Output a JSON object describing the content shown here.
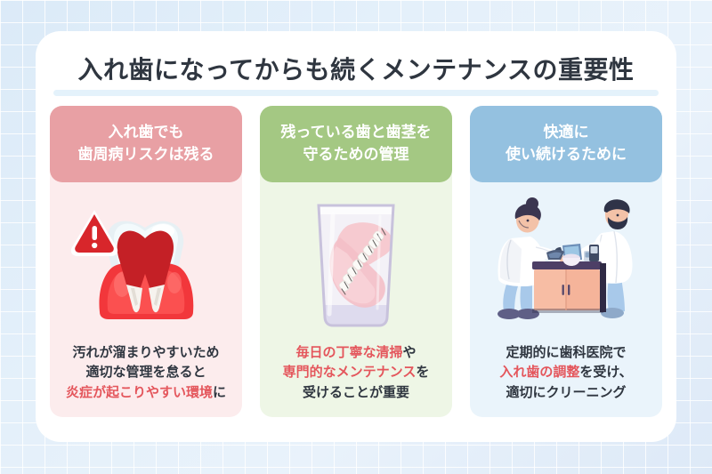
{
  "page": {
    "title": "入れ歯になってからも続くメンテナンスの重要性",
    "background_color": "#e3eef9",
    "panel_color": "#ffffff",
    "title_color": "#2f3640",
    "underline_color": "#e4f2fb"
  },
  "columns": [
    {
      "id": "column-risk",
      "accent": "#e8a0a4",
      "body_bg": "#fceced",
      "header": {
        "line1": "入れ歯でも",
        "line2": "歯周病リスクは残る"
      },
      "illustration": "inflamed-tooth-warning-illustration",
      "body": {
        "line1": "汚れが溜まりやすいため",
        "line2": "適切な管理を怠ると",
        "line3_highlight": "炎症が起こりやすい環境",
        "line3_tail": "に"
      }
    },
    {
      "id": "column-care",
      "accent": "#a4c883",
      "body_bg": "#eef6e6",
      "header": {
        "line1": "残っている歯と歯茎を",
        "line2": "守るための管理"
      },
      "illustration": "denture-in-glass-illustration",
      "body": {
        "line1_highlight": "毎日の丁寧な清掃",
        "line1_tail": "や",
        "line2_highlight": "専門的なメンテナンス",
        "line2_tail": "を",
        "line3": "受けることが重要"
      }
    },
    {
      "id": "column-comfort",
      "accent": "#94c1e0",
      "body_bg": "#eaf4fb",
      "header": {
        "line1": "快適に",
        "line2": "使い続けるために"
      },
      "illustration": "dental-technicians-illustration",
      "body": {
        "line1": "定期的に歯科医院で",
        "line2_highlight": "入れ歯の調整",
        "line2_tail": "を受け、",
        "line3": "適切にクリーニング"
      }
    }
  ]
}
